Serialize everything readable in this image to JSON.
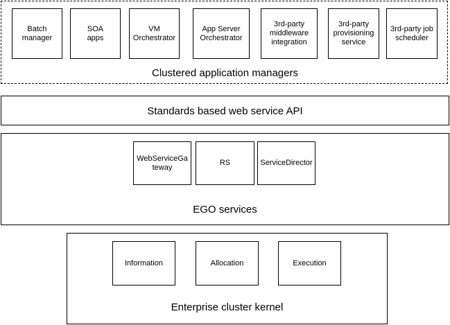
{
  "managers": {
    "label": "Clustered application managers",
    "items": [
      {
        "id": "batch-manager",
        "text": "Batch\nmanager"
      },
      {
        "id": "soa-apps",
        "text": "SOA\napps"
      },
      {
        "id": "vm-orchestrator",
        "text": "VM\nOrchestrator"
      },
      {
        "id": "app-server-orchestrator",
        "text": "App Server\nOrchestrator"
      },
      {
        "id": "middleware-integration",
        "text": "3rd-party\nmiddleware\nintegration"
      },
      {
        "id": "provisioning-service",
        "text": "3rd-party\nprovisioning\nservice"
      },
      {
        "id": "job-scheduler",
        "text": "3rd-party job\nscheduler"
      }
    ]
  },
  "api": {
    "label": "Standards based web service API"
  },
  "ego": {
    "label": "EGO services",
    "items": [
      {
        "id": "webservicegateway",
        "text": "WebServiceGa\nteway"
      },
      {
        "id": "rs",
        "text": "RS"
      },
      {
        "id": "servicedirector",
        "text": "ServiceDirector"
      }
    ]
  },
  "kernel": {
    "label": "Enterprise cluster kernel",
    "items": [
      {
        "id": "information",
        "text": "Information"
      },
      {
        "id": "allocation",
        "text": "Allocation"
      },
      {
        "id": "execution",
        "text": "Execution"
      }
    ]
  }
}
